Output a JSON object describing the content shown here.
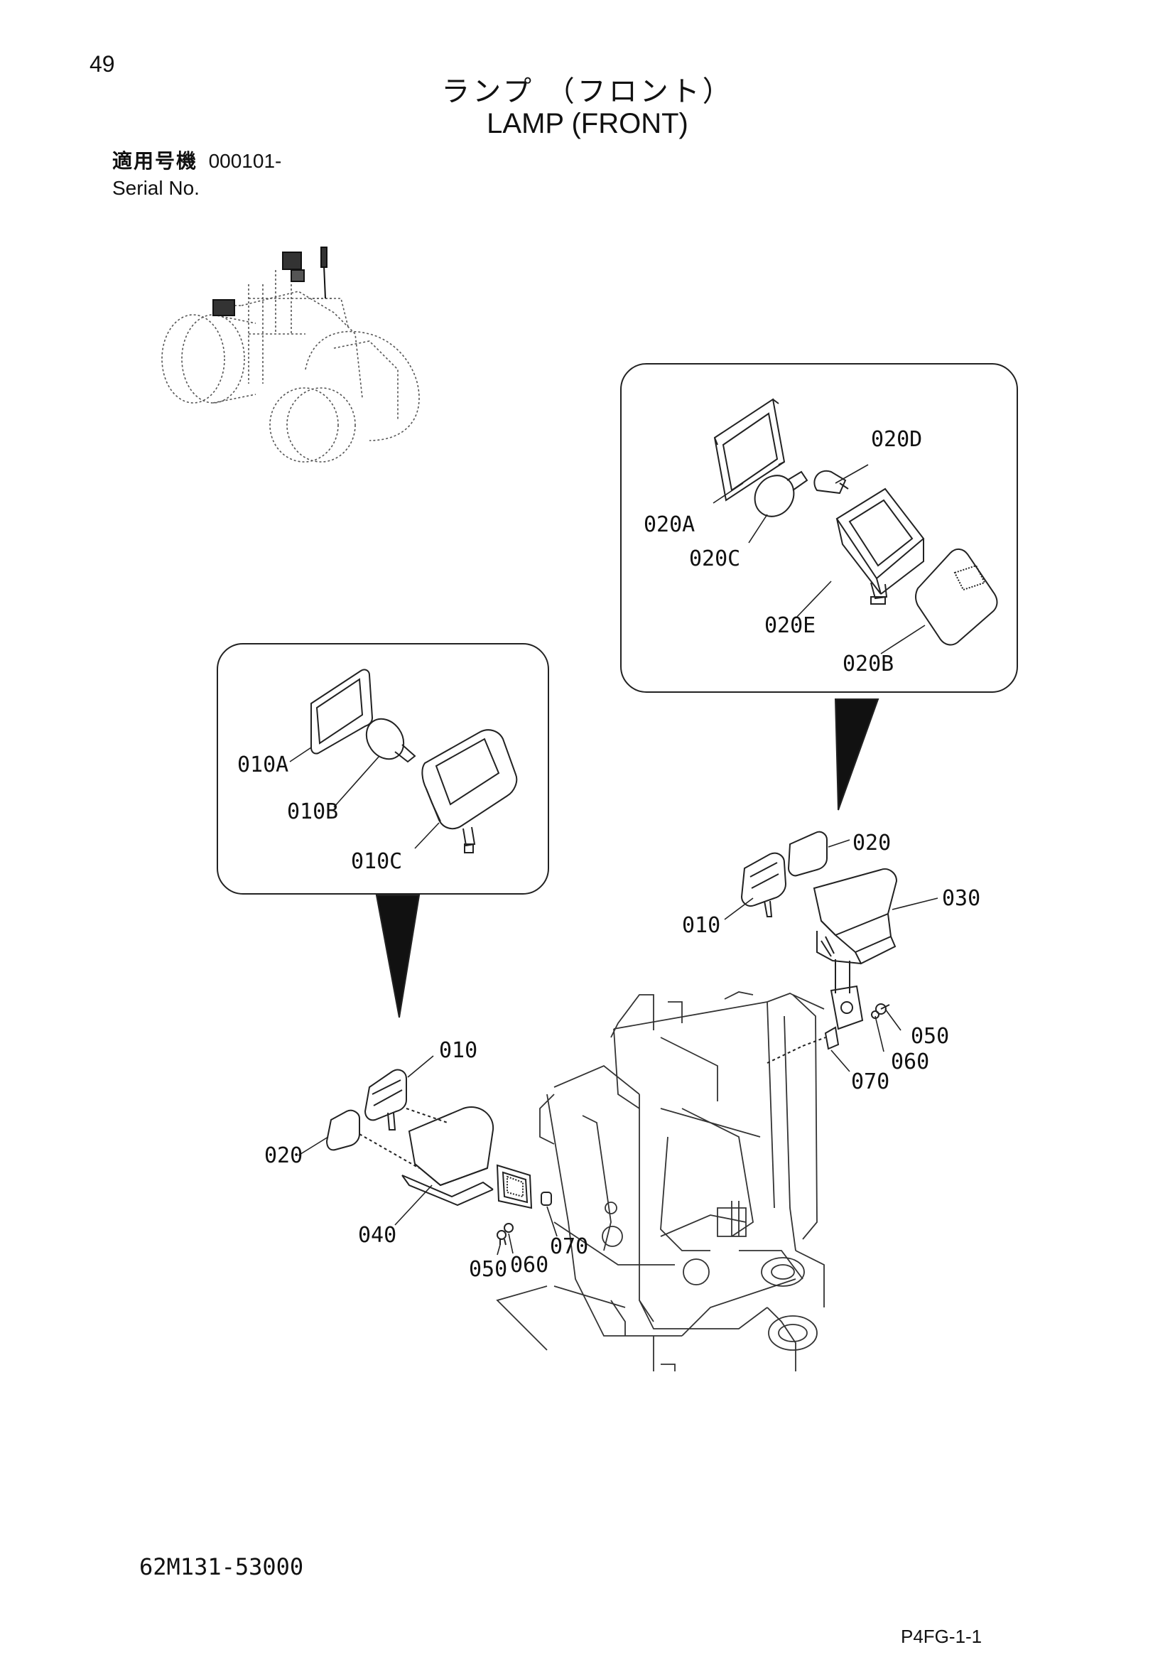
{
  "page_number": "49",
  "title_jp": "ランプ （フロント）",
  "title_en": "LAMP (FRONT)",
  "serial": {
    "label_jp": "適用号機",
    "value": "000101-",
    "label_en": "Serial No."
  },
  "part_number": "62M131-53000",
  "page_code": "P4FG-1-1",
  "callouts": {
    "c020D": "020D",
    "c020A": "020A",
    "c020C": "020C",
    "c020E": "020E",
    "c020B": "020B",
    "c010A": "010A",
    "c010B": "010B",
    "c010C": "010C",
    "r020": "020",
    "r010": "010",
    "r030": "030",
    "r050": "050",
    "r060": "060",
    "r070": "070",
    "l010": "010",
    "l020": "020",
    "l040": "040",
    "l070": "070",
    "l050": "050",
    "l060": "060"
  }
}
